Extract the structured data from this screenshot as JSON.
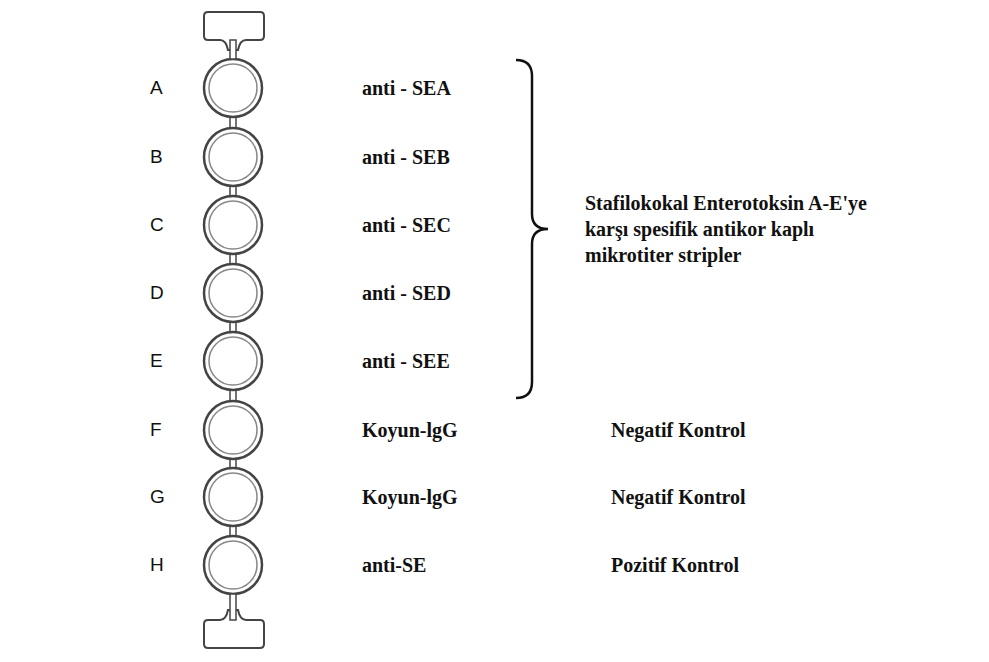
{
  "diagram": {
    "labels": [
      "A",
      "anti - SEA",
      "B",
      "anti - SEB",
      "Stafilokokal Enterotoksin A-E'ye karşı spesifik antikor kaplı mikrotiter stripler",
      "C",
      "anti - SEC",
      "D",
      "anti - SED",
      "E",
      "anti - SEE",
      "F",
      "Koyun-lgG",
      "Negatif Kontrol",
      "G",
      "Koyun-lgG",
      "Negatif Kontrol",
      "H",
      "anti-SE",
      "Pozitif Kontrol"
    ]
  }
}
